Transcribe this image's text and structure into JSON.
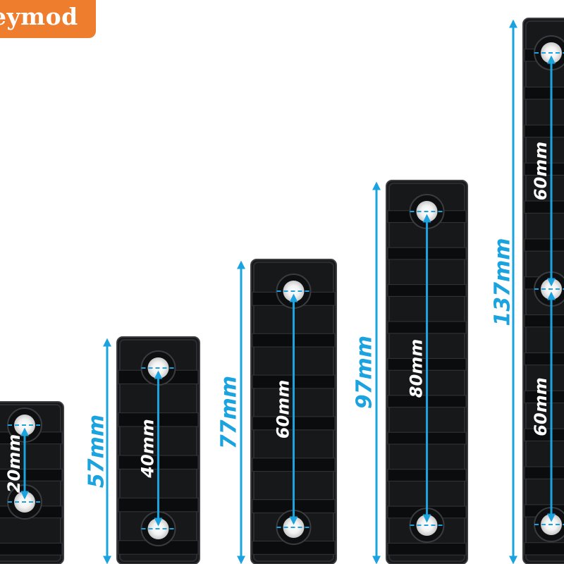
{
  "brand": {
    "text": "eymod",
    "color": "#ef7d2e"
  },
  "colors": {
    "accent": "#1aa3de",
    "rail": "#17181a",
    "rail_edge": "#3b3d41",
    "background": "#ffffff"
  },
  "rails": [
    {
      "id": "rail-1",
      "total_label": "",
      "spacing_labels": [
        "20mm"
      ]
    },
    {
      "id": "rail-2",
      "total_label": "57mm",
      "spacing_labels": [
        "40mm"
      ]
    },
    {
      "id": "rail-3",
      "total_label": "77mm",
      "spacing_labels": [
        "60mm"
      ]
    },
    {
      "id": "rail-4",
      "total_label": "97mm",
      "spacing_labels": [
        "80mm"
      ]
    },
    {
      "id": "rail-5",
      "total_label": "137mm",
      "spacing_labels": [
        "60mm",
        "60mm"
      ]
    }
  ]
}
